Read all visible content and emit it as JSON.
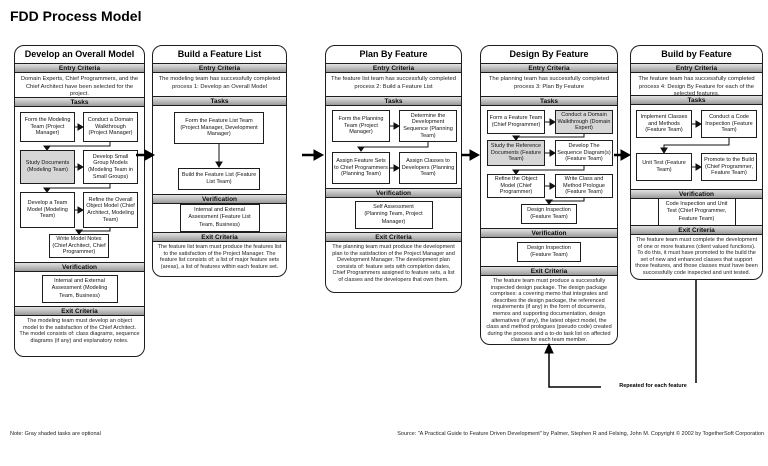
{
  "page_title": "FDD Process Model",
  "section_labels": {
    "entry": "Entry Criteria",
    "tasks": "Tasks",
    "verification": "Verification",
    "exit": "Exit Criteria"
  },
  "loop_label": "Repeated for each feature",
  "footer": {
    "note": "Note: Gray shaded tasks are optional",
    "source": "Source: \"A Practical Guide to Feature Driven Development\" by Palmer, Stephen R and Felsing, John M.  Copyright © 2002 by TogetherSoft Corporation"
  },
  "colors": {
    "background": "#ffffff",
    "panel_border": "#1d1d1d",
    "section_bar_gray": "#b8b8b8",
    "optional_task_gray": "#d6d6d6"
  },
  "panels": [
    {
      "title": "Develop an Overall Model",
      "entry": "Domain Experts, Chief Programmers, and the Chief Architect have been selected for the project.",
      "tasks": [
        {
          "label": "Form the Modeling Team (Project Manager)",
          "optional": false
        },
        {
          "label": "Conduct a Domain Walkthrough (Project Manager)",
          "optional": false
        },
        {
          "label": "Study Documents (Modeling Team)",
          "optional": true
        },
        {
          "label": "Develop Small Group Models (Modeling Team in Small Groups)",
          "optional": false
        },
        {
          "label": "Develop a Team Model (Modeling Team)",
          "optional": false
        },
        {
          "label": "Refine the Overall Object Model (Chief Architect, Modeling Team)",
          "optional": false
        },
        {
          "label": "Write Model Notes (Chief Architect, Chief Programmer)",
          "optional": false
        }
      ],
      "verification": "Internal and External Assessment (Modeling Team, Business)",
      "exit": "The modeling team must develop an object model to the satisfaction of the Chief Architect.  The model consists of: class diagrams, sequence diagrams (if any) and explanatory notes."
    },
    {
      "title": "Build a Feature List",
      "entry": "The modeling team has successfully completed process 1: Develop an Overall Model",
      "tasks": [
        {
          "label": "Form the Feature List Team (Project Manager, Development Manager)",
          "optional": false
        },
        {
          "label": "Build the Feature List (Feature List Team)",
          "optional": false
        }
      ],
      "verification": "Internal and External Assessment (Feature List Team, Business)",
      "exit": "The feature list team must produce the features list to the satisfaction of the Project Manager.  The feature list consists of: a list of major feature sets (areas), a list of features within each feature set."
    },
    {
      "title": "Plan By Feature",
      "entry": "The feature list team has successfully completed process 2: Build a Feature List",
      "tasks": [
        {
          "label": "Form the Planning Team (Project Manager)",
          "optional": false
        },
        {
          "label": "Determine the Development Sequence (Planning Team)",
          "optional": false
        },
        {
          "label": "Assign Feature Sets to Chief Programmers (Planning Team)",
          "optional": false
        },
        {
          "label": "Assign Classes to Developers (Planning Team)",
          "optional": false
        }
      ],
      "verification": "Self Assessment (Planning Team, Project Manager)",
      "exit": "The planning team must produce the development plan to the satisfaction of the Project Manager and Development Manager.  The development plan consists of: feature sets with completion dates, Chief Programmers assigned to feature sets, a list of classes and the developers that own them."
    },
    {
      "title": "Design By Feature",
      "entry": "The planning team has successfully completed process 3: Plan By Feature",
      "tasks": [
        {
          "label": "Form a Feature Team (Chief Programmer)",
          "optional": false
        },
        {
          "label": "Conduct a Domain Walkthrough (Domain Expert)",
          "optional": true
        },
        {
          "label": "Study the Reference Documents (Feature Team)",
          "optional": true
        },
        {
          "label": "Develop The Sequence Diagram(s) (Feature Team)",
          "optional": false
        },
        {
          "label": "Refine the Object Model (Chief Programmer)",
          "optional": false
        },
        {
          "label": "Write Class and Method Prologue (Feature Team)",
          "optional": false
        },
        {
          "label": "Design Inspection (Feature Team)",
          "optional": false
        }
      ],
      "verification": "Design Inspection (Feature Team)",
      "exit": "The feature team must produce a successfully inspected design package.  The design package comprises: a covering memo that integrates and describes the design package, the referenced requirements (if any) in the form of documents, memos and supporting documentation, design alternatives (if any), the latest object model, the class and method prologues (pseudo code) created during the process and a to-do task list on affected classes for each team member."
    },
    {
      "title": "Build by Feature",
      "entry": "The feature team has successfully completed process 4: Design By Feature for each of the selected features.",
      "tasks": [
        {
          "label": "Implement Classes and Methods (Feature Team)",
          "optional": false
        },
        {
          "label": "Conduct a Code Inspection (Feature Team)",
          "optional": false
        },
        {
          "label": "Unit Test (Feature Team)",
          "optional": false
        },
        {
          "label": "Promote to the Build (Chief Programmer, Feature Team)",
          "optional": false
        }
      ],
      "verification": "Code Inspection and Unit Test (Chief Programmer, Feature Team)",
      "exit": "The feature team must complete the development of one or more features (client valued functions).  To do this, it must have promoted to the build the set of new and enhanced classes that support those features, and those classes must have been successfully code inspected and unit tested."
    }
  ]
}
